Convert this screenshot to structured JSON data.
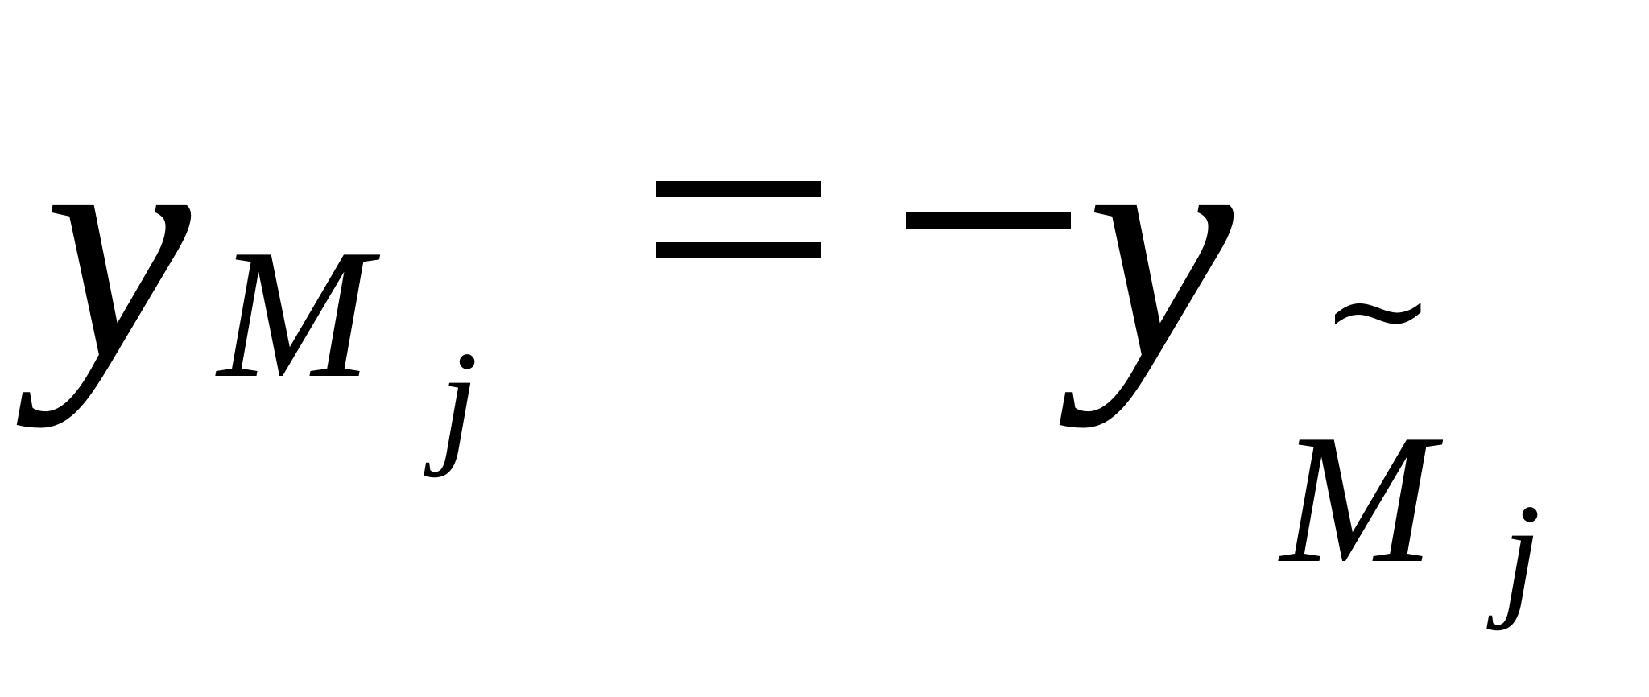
{
  "equation": {
    "lhs": {
      "base": "y",
      "sub": "M",
      "subsub": "j"
    },
    "operator": "=",
    "negation": "−",
    "rhs": {
      "base": "y",
      "tilde": "~",
      "sub": "M",
      "subsub": "j"
    }
  }
}
